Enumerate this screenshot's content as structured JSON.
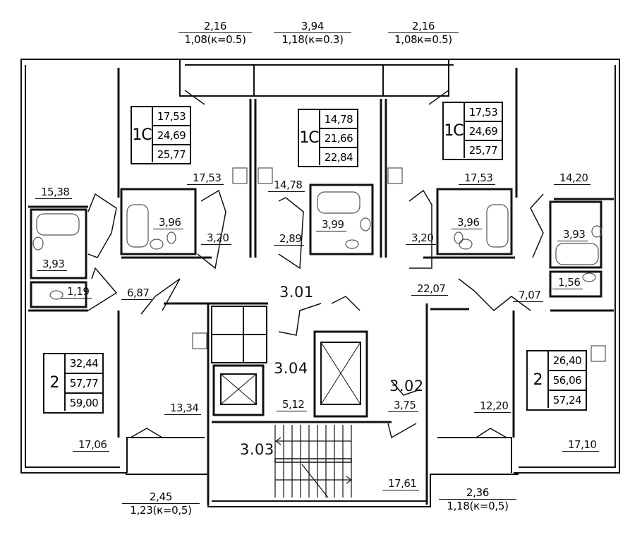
{
  "balconies": {
    "top_left": {
      "area": "2,16",
      "reduced": "1,08(к=0.5)"
    },
    "top_center": {
      "area": "3,94",
      "reduced": "1,18(к=0.3)"
    },
    "top_right": {
      "area": "2,16",
      "reduced": "1,08к=0.5)"
    },
    "bottom_left": {
      "area": "2,45",
      "reduced": "1,23(к=0,5)"
    },
    "bottom_right": {
      "area": "2,36",
      "reduced": "1,18(к=0,5)"
    }
  },
  "apartments": [
    {
      "id": "apt-top-left",
      "type": "1С",
      "living": "17,53",
      "total": "24,69",
      "total_with_balcony": "25,77"
    },
    {
      "id": "apt-top-center",
      "type": "1С",
      "living": "14,78",
      "total": "21,66",
      "total_with_balcony": "22,84"
    },
    {
      "id": "apt-top-right",
      "type": "1С",
      "living": "17,53",
      "total": "24,69",
      "total_with_balcony": "25,77"
    },
    {
      "id": "apt-left",
      "type": "2",
      "living": "32,44",
      "total": "57,77",
      "total_with_balcony": "59,00"
    },
    {
      "id": "apt-right",
      "type": "2",
      "living": "26,40",
      "total": "56,06",
      "total_with_balcony": "57,24"
    }
  ],
  "rooms": {
    "left_top_room": "15,38",
    "left_bath": "3,93",
    "left_wc": "1,19",
    "left_hall": "6,87",
    "left_bedroom": "13,34",
    "left_living": "17,06",
    "tl_room": "17,53",
    "tl_bath": "3,96",
    "tl_hall": "3,20",
    "tc_room": "14,78",
    "tc_hall": "2,89",
    "tc_bath": "3,99",
    "tr_room": "17,53",
    "tr_hall": "3,20",
    "tr_bath": "3,96",
    "right_top_room": "14,20",
    "right_bath": "3,93",
    "right_wc": "1,56",
    "right_hall": "7,07",
    "right_bedroom": "12,20",
    "right_living": "17,10",
    "corridor": "22,07",
    "lobby": "5,12",
    "vestibule": "3,75",
    "stair": "17,61"
  },
  "zones": {
    "corridor_code": "3.01",
    "vestibule_code": "3.02",
    "stair_code": "3.03",
    "lobby_code": "3.04"
  },
  "colors": {
    "wall": "#111111",
    "background": "#ffffff",
    "fixture": "#555555"
  }
}
